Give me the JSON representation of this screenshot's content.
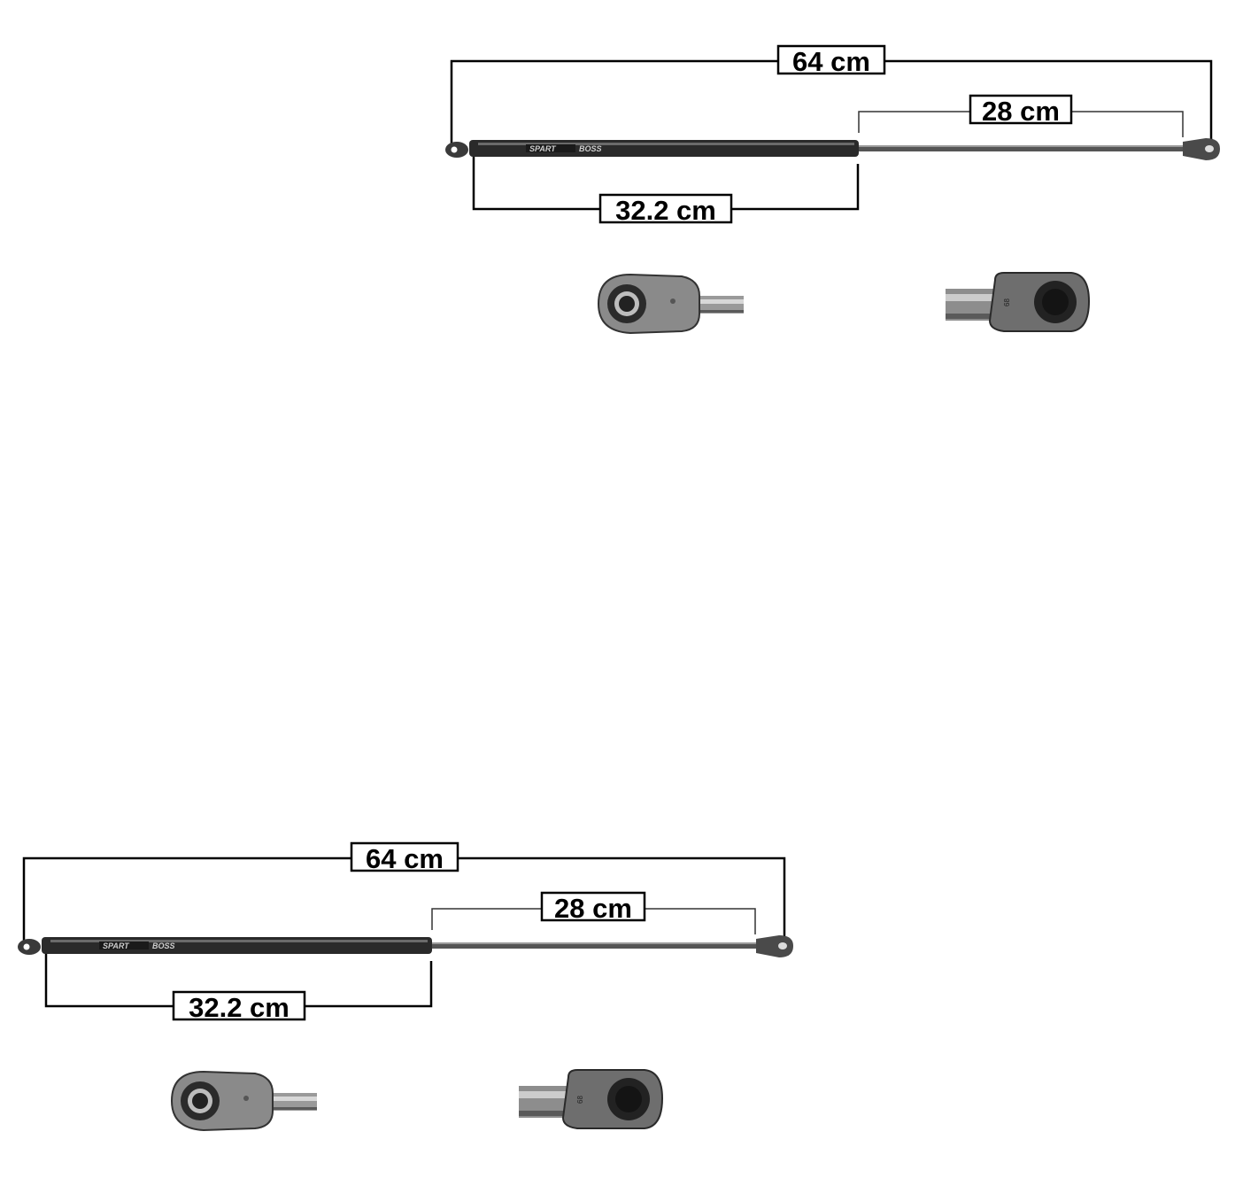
{
  "strut_diagrams": [
    {
      "overall_length": "64 cm",
      "rod_length": "28 cm",
      "body_length": "32.2 cm",
      "brand_text": "SPART",
      "brand_subtext": "BOSS",
      "stamp_text": "68"
    },
    {
      "overall_length": "64 cm",
      "rod_length": "28 cm",
      "body_length": "32.2 cm",
      "brand_text": "SPART",
      "brand_subtext": "BOSS",
      "stamp_text": "68"
    }
  ],
  "colors": {
    "cylinder": "#2a2a2a",
    "rod": "#555555",
    "fitting": "#7a7a7a",
    "background": "#ffffff"
  },
  "icons": {
    "left_end_fitting": "eyelet-fitting-icon",
    "right_end_fitting": "socket-fitting-icon"
  }
}
